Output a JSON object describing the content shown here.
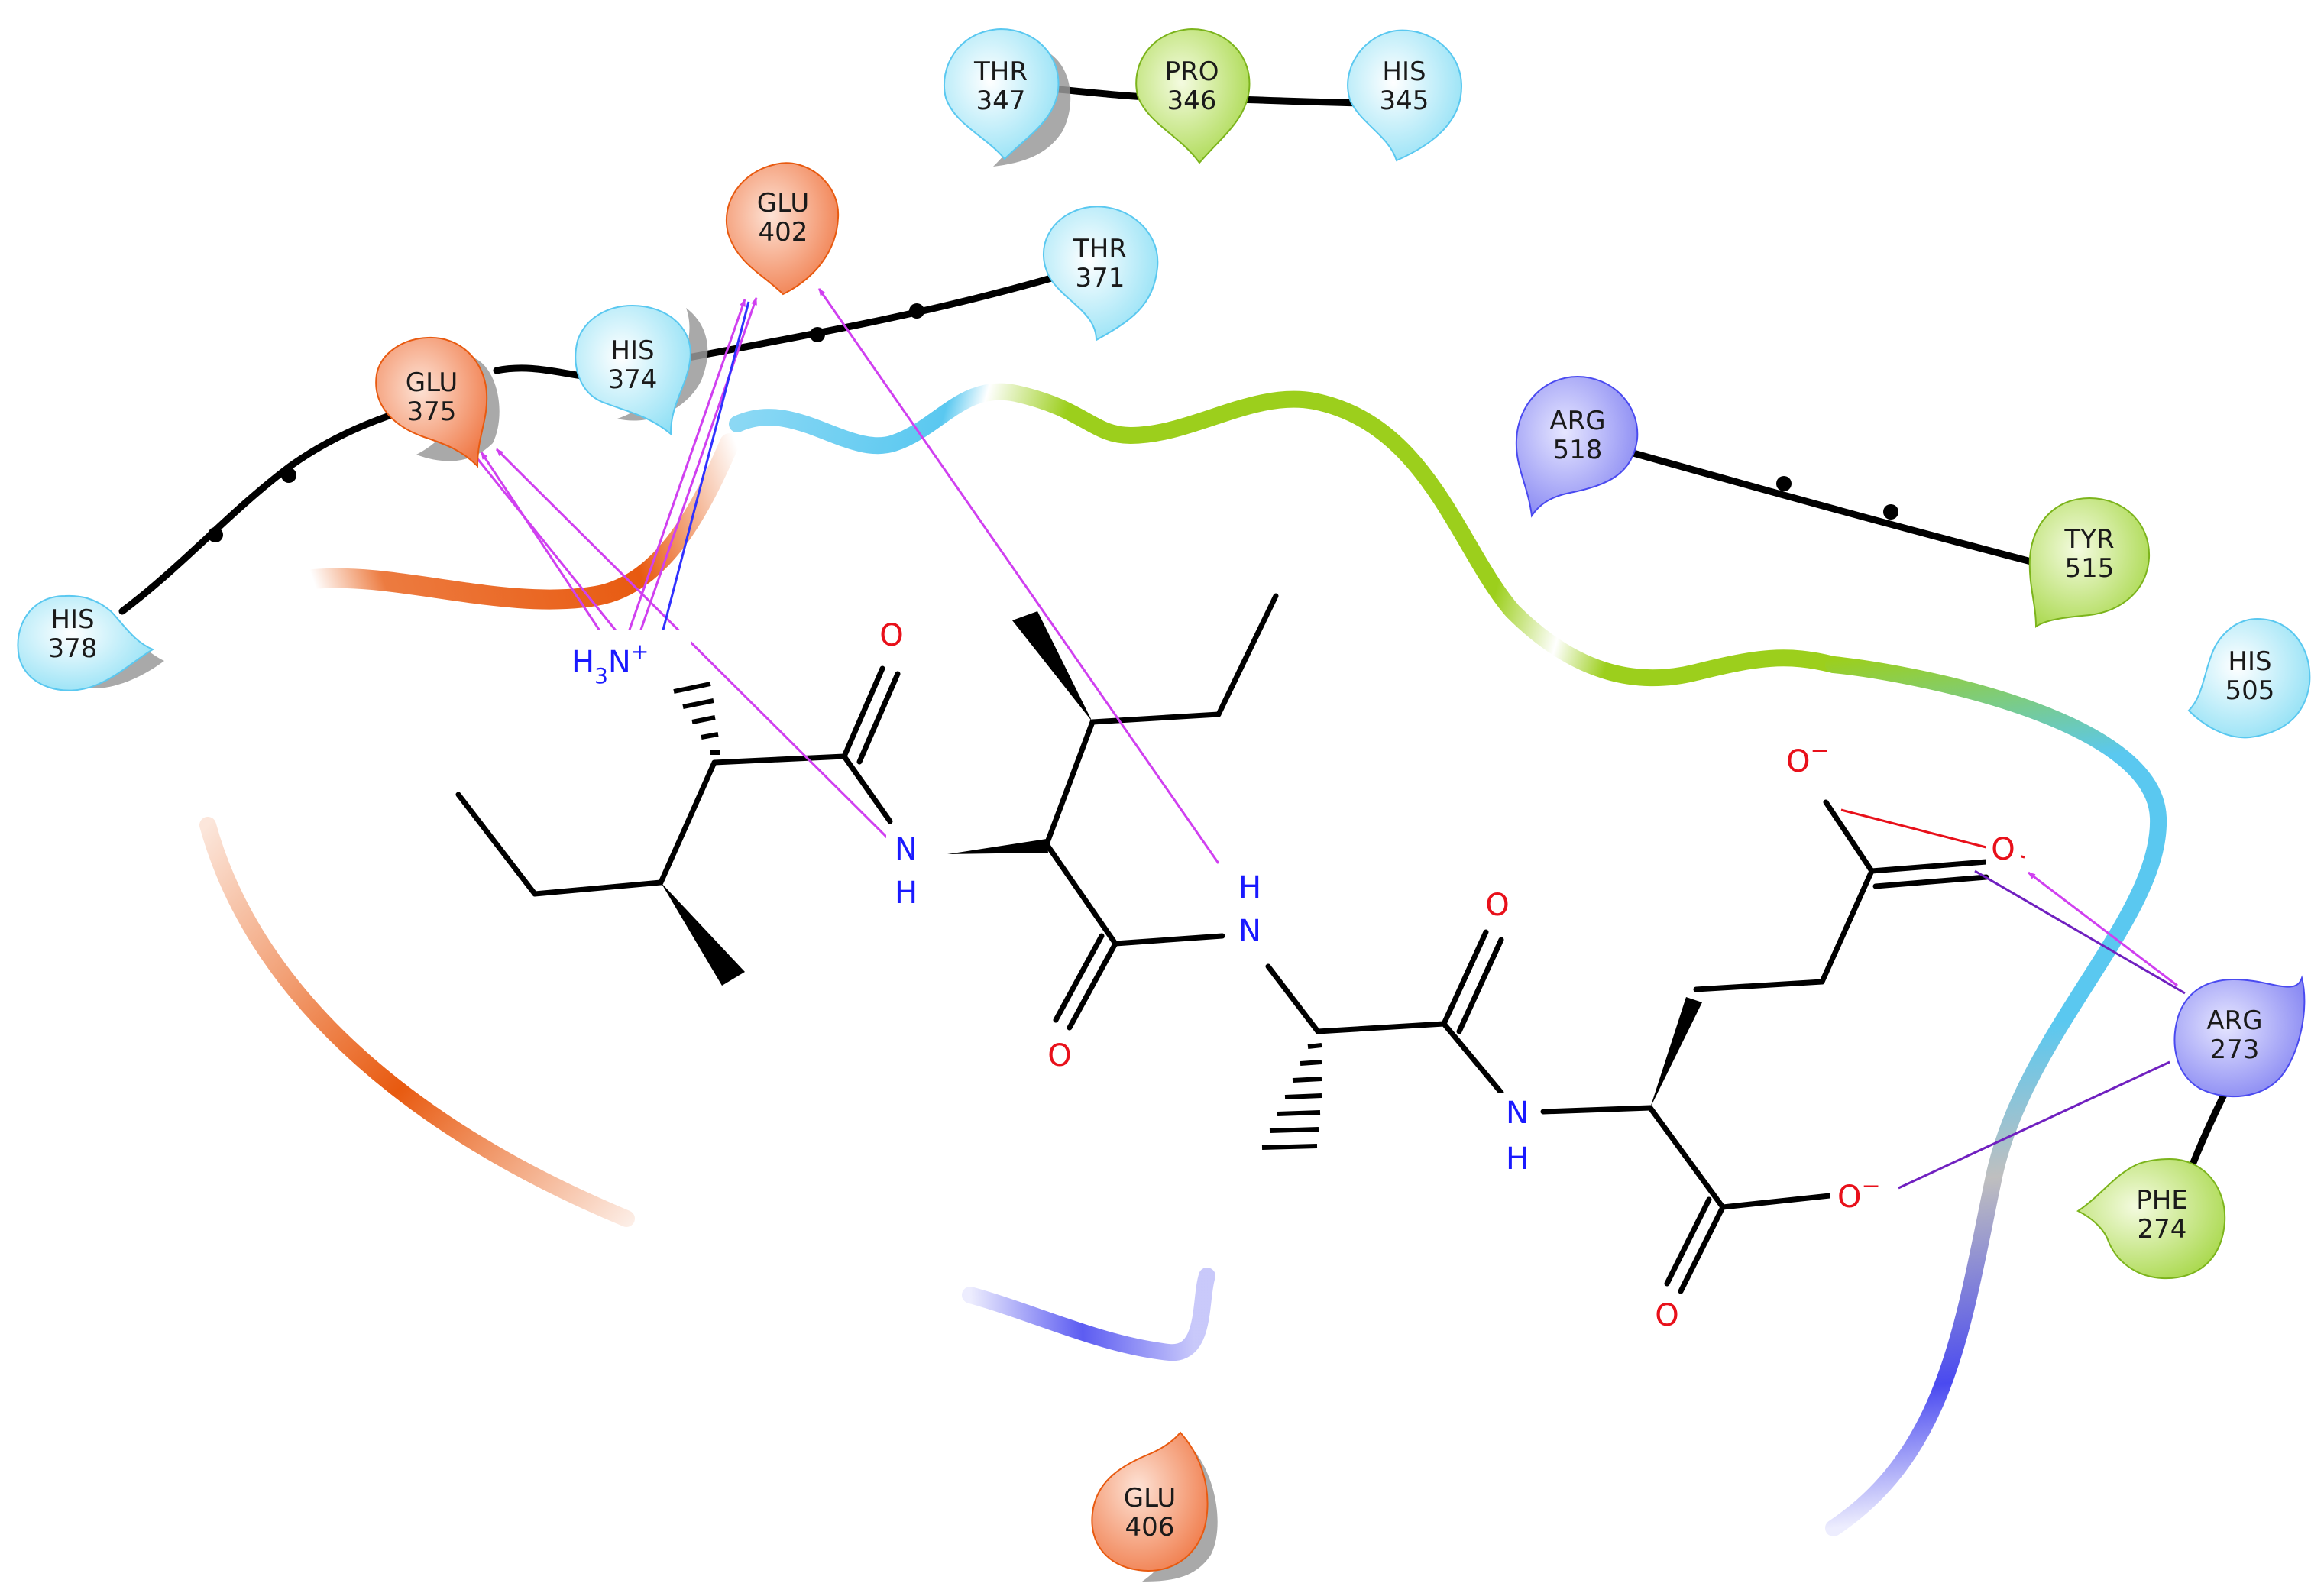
{
  "colors": {
    "acidic": "#f08a5d",
    "basic": "#8f8ff5",
    "polar": "#8fe0f5",
    "hydrophobic": "#b4e05a",
    "nitrogen": "#1a1aff",
    "oxygen": "#e8101a",
    "bond": "#000000",
    "interaction": "#d040f0"
  },
  "residues": [
    {
      "id": "his378",
      "name": "HIS",
      "num": "378",
      "type": "polar"
    },
    {
      "id": "glu375",
      "name": "GLU",
      "num": "375",
      "type": "acidic"
    },
    {
      "id": "his374",
      "name": "HIS",
      "num": "374",
      "type": "polar"
    },
    {
      "id": "glu402",
      "name": "GLU",
      "num": "402",
      "type": "acidic"
    },
    {
      "id": "thr371",
      "name": "THR",
      "num": "371",
      "type": "polar"
    },
    {
      "id": "thr347",
      "name": "THR",
      "num": "347",
      "type": "polar"
    },
    {
      "id": "pro346",
      "name": "PRO",
      "num": "346",
      "type": "hydrophobic"
    },
    {
      "id": "his345",
      "name": "HIS",
      "num": "345",
      "type": "polar"
    },
    {
      "id": "arg518",
      "name": "ARG",
      "num": "518",
      "type": "basic"
    },
    {
      "id": "tyr515",
      "name": "TYR",
      "num": "515",
      "type": "hydrophobic"
    },
    {
      "id": "his505",
      "name": "HIS",
      "num": "505",
      "type": "polar"
    },
    {
      "id": "arg273",
      "name": "ARG",
      "num": "273",
      "type": "basic"
    },
    {
      "id": "phe274",
      "name": "PHE",
      "num": "274",
      "type": "hydrophobic"
    },
    {
      "id": "glu406",
      "name": "GLU",
      "num": "406",
      "type": "acidic"
    }
  ],
  "atoms": {
    "h3n": {
      "main": "H",
      "sub": "3",
      "tail": "N",
      "sup": "+"
    },
    "o_ile1": "O",
    "nh1": "N",
    "nh1_h": "H",
    "nh2_h": "H",
    "nh2": "N",
    "o_ile2": "O",
    "o_ala": "O",
    "nh3": "N",
    "nh3_h": "H",
    "o_side_minus": {
      "main": "O",
      "sup": "−"
    },
    "o_side": "O",
    "o_term_minus": {
      "main": "O",
      "sup": "−"
    },
    "o_term": "O"
  }
}
